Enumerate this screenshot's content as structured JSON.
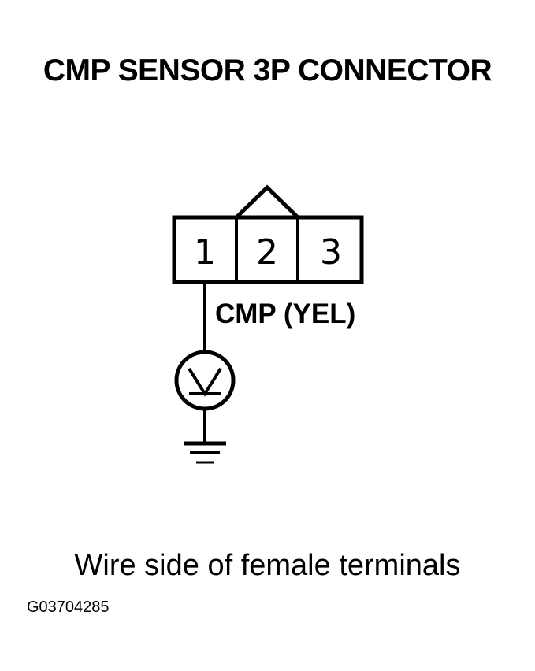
{
  "diagram": {
    "title": "CMP SENSOR 3P CONNECTOR",
    "connector": {
      "pins": [
        {
          "number": "1"
        },
        {
          "number": "2"
        },
        {
          "number": "3"
        }
      ]
    },
    "wire_label": "CMP (YEL)",
    "caption": "Wire side of female terminals",
    "figure_id": "G03704285"
  }
}
